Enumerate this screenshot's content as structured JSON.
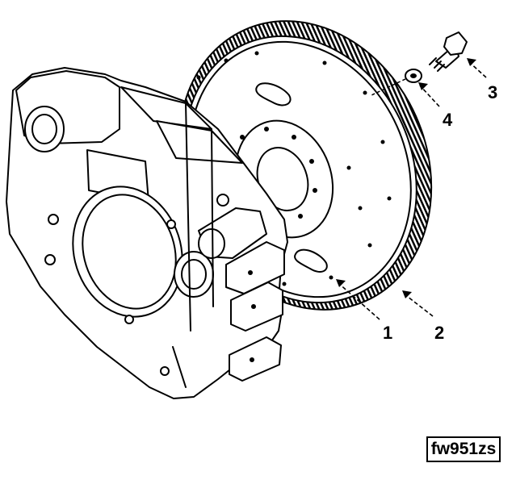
{
  "figure_id": "fw951zs",
  "callouts": [
    {
      "label": "1"
    },
    {
      "label": "2"
    },
    {
      "label": "3"
    },
    {
      "label": "4"
    }
  ],
  "colors": {
    "ink": "#000000",
    "paper": "#ffffff"
  },
  "parts": [
    "flywheel-housing",
    "flywheel",
    "ring-gear",
    "capscrew",
    "washer"
  ]
}
